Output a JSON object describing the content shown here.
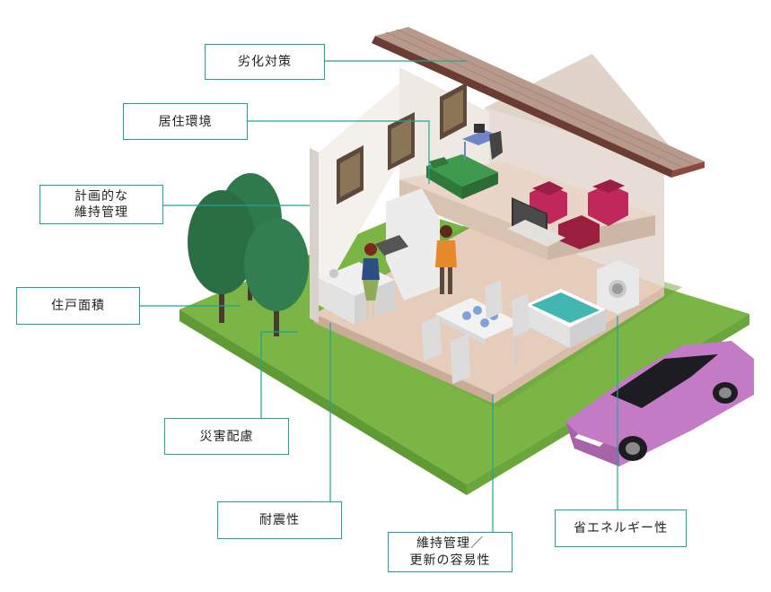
{
  "labels": {
    "deterioration": "劣化対策",
    "living_environment": "居住環境",
    "planned_maintenance_line1": "計画的な",
    "planned_maintenance_line2": "維持管理",
    "floor_area": "住戸面積",
    "disaster": "災害配慮",
    "seismic": "耐震性",
    "maintenance_update_line1": "維持管理／",
    "maintenance_update_line2": "更新の容易性",
    "energy_saving": "省エネルギー性"
  },
  "colors": {
    "accent_line": "#1fa493",
    "ground": "#7ab546",
    "roof": "#b89a8c",
    "roof_edge": "#6a3c34",
    "wall": "#f2efec",
    "floor": "#e8d2c3",
    "car": "#c47bc5",
    "tree": "#2f7a4c"
  },
  "icons": [
    "house-illustration",
    "tree-icon",
    "car-icon",
    "person-icon",
    "sofa-icon",
    "bed-icon",
    "bathtub-icon"
  ]
}
